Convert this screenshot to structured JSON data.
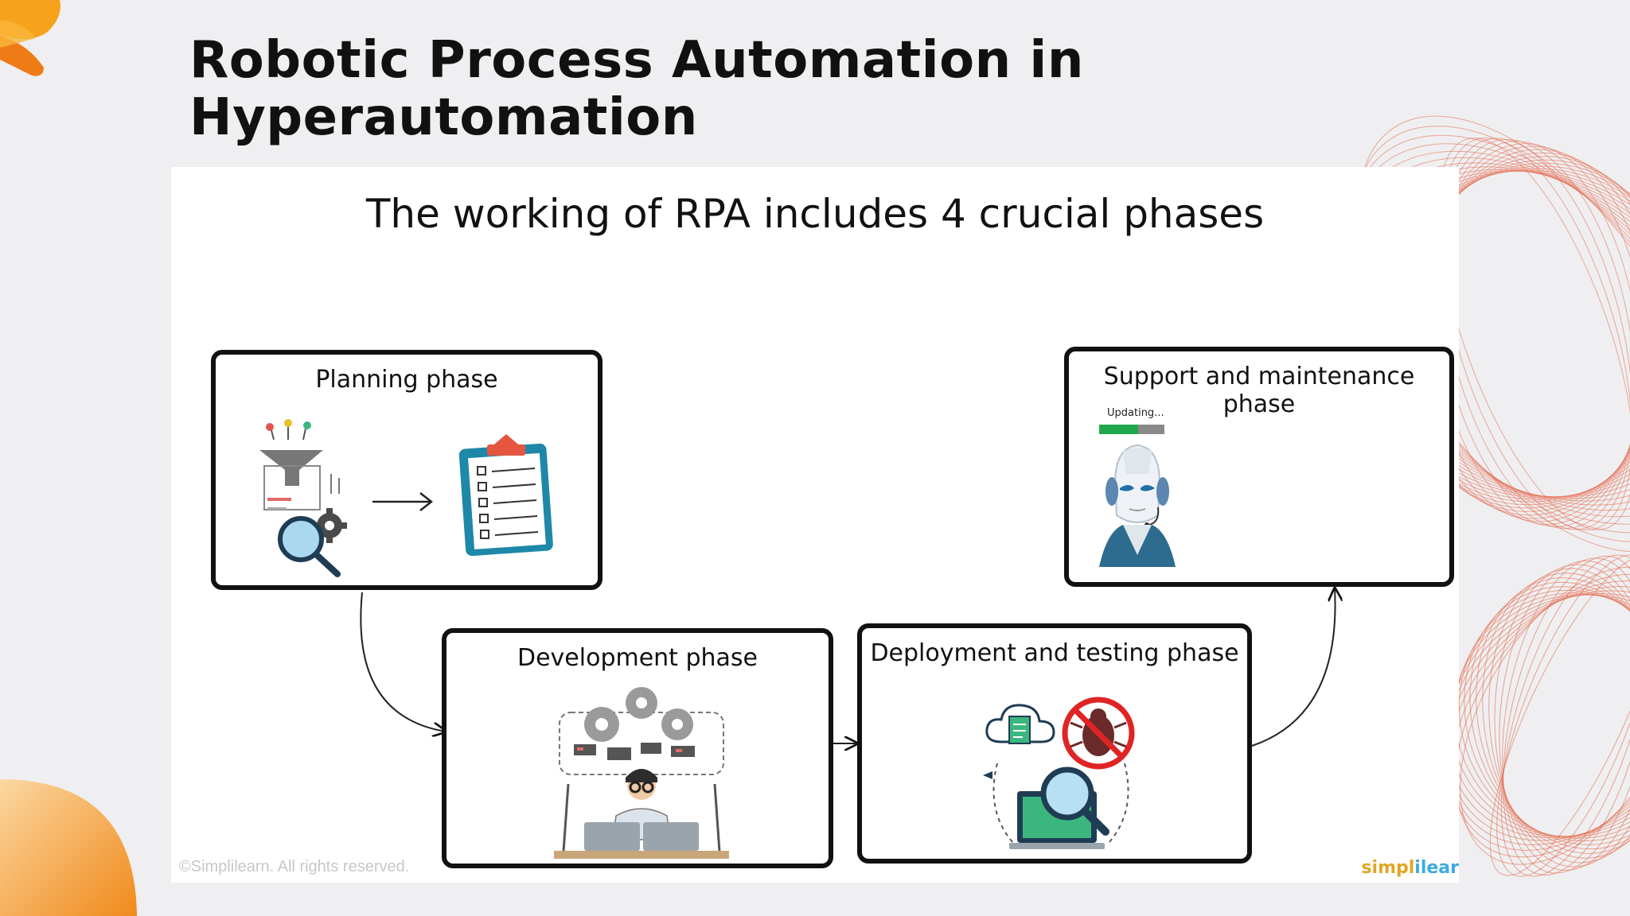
{
  "slide": {
    "title_line1": "Robotic Process Automation in",
    "title_line2": "Hyperautomation"
  },
  "diagram": {
    "heading": "The working of RPA includes 4 crucial phases",
    "phases": [
      {
        "label": "Planning phase",
        "icons": [
          "filter-funnel-icon",
          "magnifier-icon",
          "gear-icon",
          "arrow-right-icon",
          "checklist-clipboard-icon"
        ]
      },
      {
        "label": "Development phase",
        "icons": [
          "gears-icon",
          "developer-at-laptops-icon"
        ]
      },
      {
        "label": "Deployment and testing phase",
        "icons": [
          "cloud-document-icon",
          "no-bug-icon",
          "laptop-magnifier-icon"
        ]
      },
      {
        "label": "Support and maintenance phase",
        "icons": [
          "robot-head-icon"
        ]
      }
    ],
    "support_progress": {
      "label": "Updating...",
      "fraction": 0.6
    }
  },
  "footer": {
    "copyright": "©Simplilearn. All rights reserved.",
    "brand_part1": "simpl",
    "brand_part2": "ilear"
  },
  "colors": {
    "background": "#efeff1",
    "accent_orange": "#f08a1c",
    "spiral_line": "#e36a4e",
    "progress_fill": "#22a84c",
    "box_border": "#111111"
  }
}
